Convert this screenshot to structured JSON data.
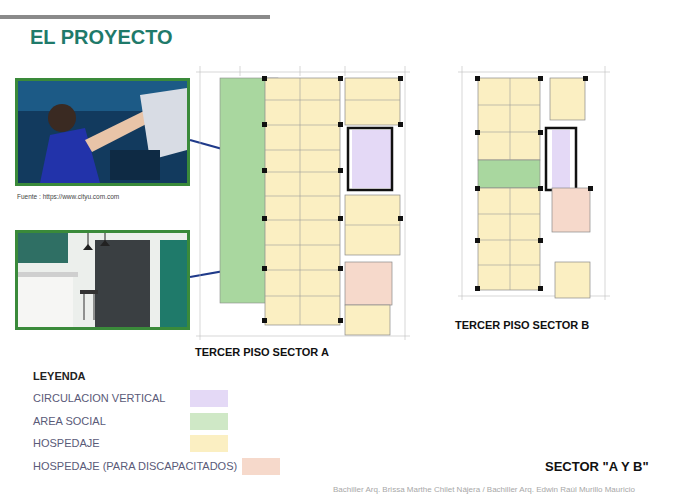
{
  "diagram": {
    "title": "EL PROYECTO",
    "nodes": [
      {
        "text": [
          "TERCER PISO SECTOR A"
        ]
      },
      {
        "text": [
          "TERCER PISO SECTOR B"
        ]
      }
    ],
    "labels": [
      "Fuente : https://www.cityu.com.com",
      "LEYENDA",
      "SECTOR \"A Y B\"",
      "Bachiller Arq. Brissa Marthe Chilet Nájera / Bachiller Arq. Edwin Raúl Murillo Mauricio"
    ],
    "legend": [
      {
        "text": "CIRCULACION VERTICAL",
        "color": "#e4d9f6"
      },
      {
        "text": "AREA SOCIAL",
        "color": "#cfe8c6"
      },
      {
        "text": "HOSPEDAJE",
        "color": "#fbefc2"
      },
      {
        "text": "HOSPEDAJE (PARA DISCAPACITADOS)",
        "color": "#f6d9cb"
      }
    ]
  }
}
